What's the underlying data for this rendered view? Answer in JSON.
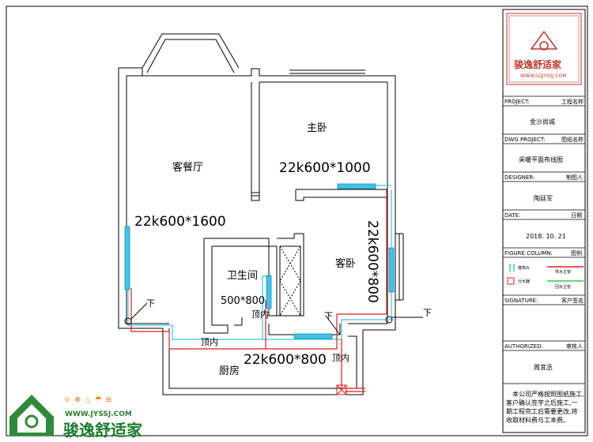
{
  "rooms": {
    "living_dining": "客餐厅",
    "master_bedroom": "主卧",
    "guest_bedroom": "客卧",
    "bathroom": "卫生间",
    "kitchen": "厨房"
  },
  "radiators": {
    "living": "22k600*1600",
    "master": "22k600*1000",
    "guest": "22k600*800",
    "bathroom": "500*800",
    "kitchen": "22k600*800"
  },
  "pipe_notes": {
    "down": "下",
    "ceiling": "顶内"
  },
  "title_block": {
    "project_label": "PROJECT:",
    "project_cn": "工程名称",
    "project_value": "金沙尚城",
    "dwg_label": "DWG PROJECT:",
    "dwg_cn": "图纸名称",
    "dwg_value": "采暖平面布线图",
    "designer_label": "DESIGNER:",
    "designer_cn": "制图人",
    "designer_value": "陶廷军",
    "date_label": "DATE:",
    "date_cn": "日期",
    "date_value": "2018. 10. 21",
    "figure_label": "FIGURE COLUMN:",
    "figure_cn": "图例",
    "signature_label": "SIGNATURE:",
    "signature_cn": "客户签名",
    "authorized_label": "AUTHORIZED:",
    "authorized_cn": "审核人",
    "authorized_value": "周宜丞",
    "disclaimer_lines": [
      "本公司严格按照图纸施工,",
      "客户确认签字之后施工,一",
      "期工程完工后需要更改,将",
      "收取材料费与工本费。"
    ],
    "brand_name": "骏逸舒适家",
    "brand_url": "WWW.SQJYSSJ.COM"
  },
  "legend": {
    "radiator": "散热片",
    "supply": "供水主管",
    "valve": "分水器",
    "return": "回水主管"
  },
  "corner_logo": {
    "url": "WWW.JYSSJ.COM",
    "name": "骏逸舒适家"
  },
  "colors": {
    "supply_pipe": "#e01e1e",
    "return_pipe": "#3fc3e8",
    "wall": "#000000",
    "brand_green": "#2e8b3a",
    "brand_red": "#c0392b"
  }
}
